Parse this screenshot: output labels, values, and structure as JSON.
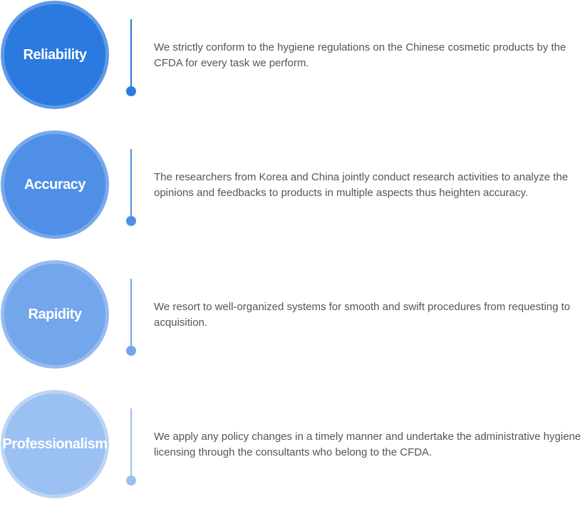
{
  "items": [
    {
      "title": "Reliability",
      "text": "We strictly conform to the hygiene regulations on the Chinese cosmetic products by the CFDA for every task we perform.",
      "color": "#2a7ae0",
      "ring": "#5f9ae6"
    },
    {
      "title": "Accuracy",
      "text": "The researchers from Korea and China jointly conduct research activities to analyze the opinions and feedbacks to products in multiple aspects thus heighten accuracy.",
      "color": "#4f8fe6",
      "ring": "#78a9ec"
    },
    {
      "title": "Rapidity",
      "text": "We resort to well-organized systems for smooth and swift procedures from requesting to acquisition.",
      "color": "#74a6ec",
      "ring": "#95bbf0"
    },
    {
      "title": "Professionalism",
      "text": "We apply any policy changes in a timely manner and undertake the administrative hygiene licensing through the consultants who belong to the CFDA.",
      "color": "#9bc0f2",
      "ring": "#bcd4f5"
    }
  ]
}
